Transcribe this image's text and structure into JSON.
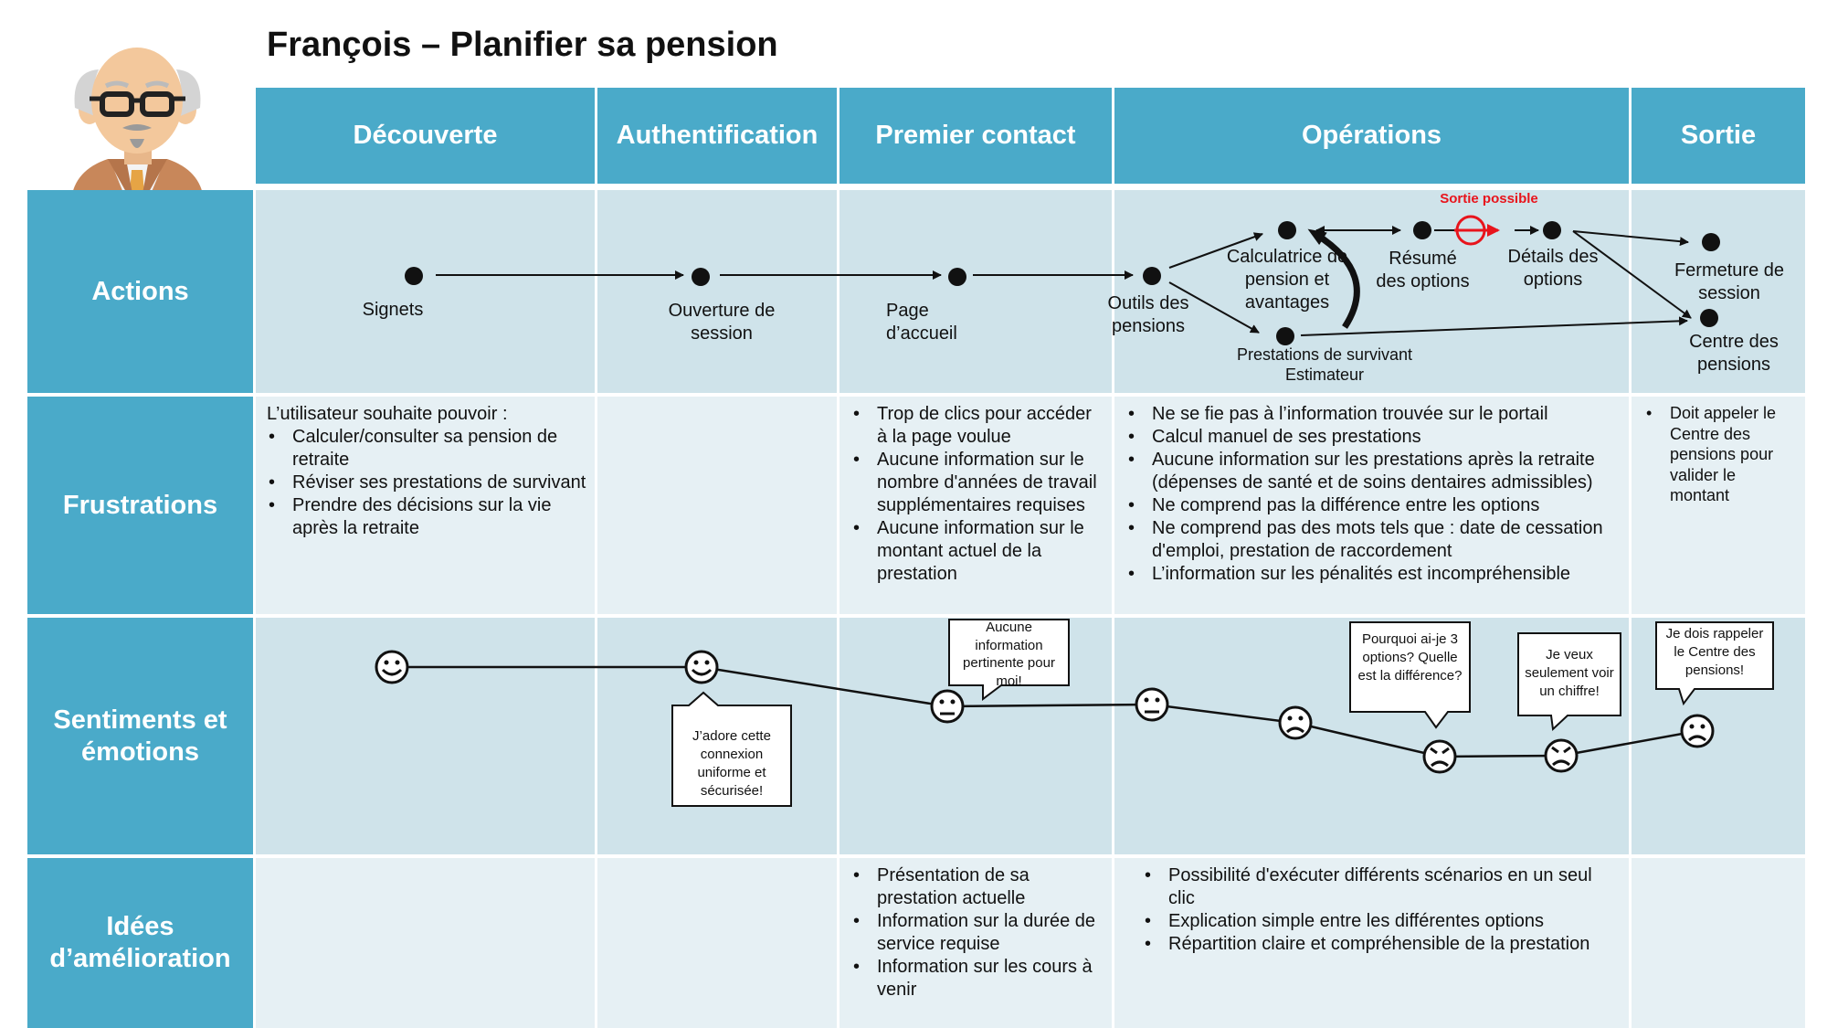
{
  "title": "François – Planifier sa pension",
  "stages": [
    "Découverte",
    "Authentification",
    "Premier contact",
    "Opérations",
    "Sortie"
  ],
  "rows": {
    "actions": "Actions",
    "frustrations": "Frustrations",
    "emotions": "Sentiments et émotions",
    "ideas": "Idées d’amélioration"
  },
  "avatar": {
    "icon": "elderly-man-avatar",
    "colors": {
      "jacket": "#c8875a",
      "skin": "#f3c89c",
      "hair": "#d9d9d9",
      "tie": "#e6a445"
    }
  },
  "colors": {
    "header": "#4aaac9",
    "cell_dark": "#cfe3ea",
    "cell_light": "#e6f0f4",
    "exit": "#e8141c"
  },
  "actions": {
    "signets": "Signets",
    "ouverture": "Ouverture de session",
    "accueil": "Page d’accueil",
    "outils": "Outils des pensions",
    "calculatrice": "Calculatrice de pension et avantages",
    "prestations": "Prestations de survivant Estimateur",
    "resume": "Résumé des options",
    "details": "Détails des options",
    "fermeture": "Fermeture de session",
    "centre": "Centre des pensions",
    "exit_label": "Sortie possible"
  },
  "frustrations": {
    "decouverte_intro": "L’utilisateur souhaite pouvoir :",
    "decouverte": [
      "Calculer/consulter sa pension de retraite",
      "Réviser ses prestations de survivant",
      "Prendre des décisions sur la vie après la retraite"
    ],
    "premier_contact": [
      "Trop de clics pour accéder à la page voulue",
      "Aucune information sur le nombre d'années de travail supplémentaires requises",
      "Aucune information sur le montant actuel de la prestation"
    ],
    "operations": [
      "Ne se fie pas à l’information trouvée sur le portail",
      "Calcul manuel de ses prestations",
      "Aucune information sur les prestations après la retraite (dépenses de santé et de soins dentaires admissibles)",
      "Ne comprend pas la différence entre les options",
      "Ne comprend pas des mots tels que : date de cessation d'emploi, prestation de raccordement",
      "L’information sur les pénalités est incompréhensible"
    ],
    "sortie": [
      "Doit appeler le Centre des pensions pour valider le montant"
    ]
  },
  "emotions": {
    "bubbles": {
      "jadore": "J’adore cette connexion uniforme et sécurisée!",
      "aucune": "Aucune information pertinente pour moi!",
      "pourquoi": "Pourquoi ai-je 3 options? Quelle est la différence?",
      "chiffre": "Je veux seulement voir un chiffre!",
      "rappeler": "Je dois rappeler le Centre des pensions!"
    }
  },
  "ideas": {
    "premier_contact": [
      "Présentation de sa prestation actuelle",
      "Information sur la durée de service requise",
      "Information sur les cours à venir"
    ],
    "operations": [
      "Possibilité d'exécuter différents scénarios en un seul clic",
      "Explication simple entre les différentes options",
      "Répartition claire et compréhensible de la prestation"
    ]
  }
}
